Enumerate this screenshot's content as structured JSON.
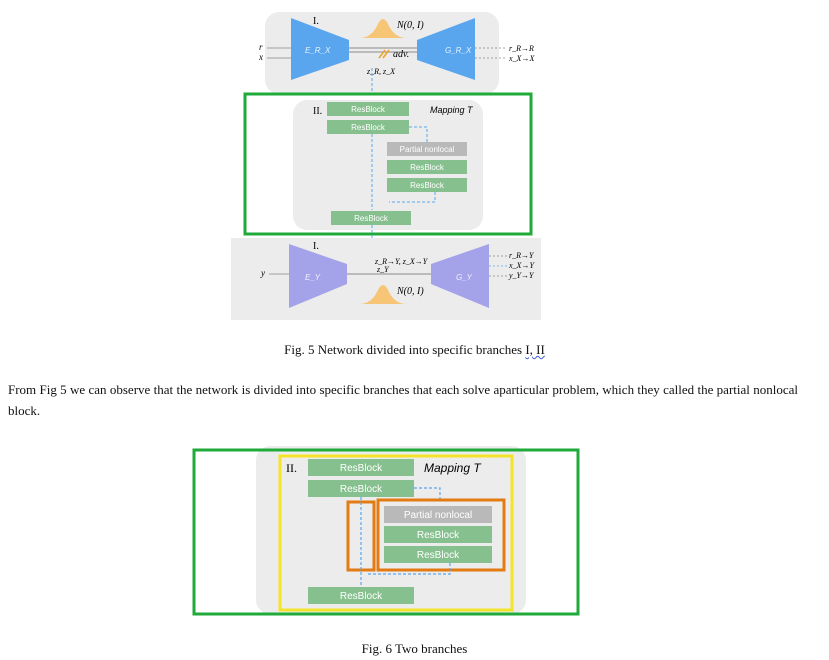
{
  "figure5": {
    "stage1_label": "I.",
    "stage2_label": "II.",
    "stage3_label": "I.",
    "gaussian_top": "N(0, I)",
    "gaussian_bottom": "N(0, I)",
    "adv_label": "adv.",
    "encoder_top": "E_R_X",
    "generator_top": "G_R_X",
    "encoder_bottom": "E_Y",
    "generator_bottom": "G_Y",
    "latent_top": "z_R, z_X",
    "latent_bottom_1": "z_R→Y, z_X→Y",
    "latent_bottom_2": "z_Y",
    "input_r": "r",
    "input_x": "x",
    "input_y": "y",
    "out_top_1": "r_R→R",
    "out_top_2": "x_X→X",
    "out_bottom_1": "r_R→Y",
    "out_bottom_2": "x_X→Y",
    "out_bottom_3": "y_Y→Y",
    "mapping_label": "Mapping T",
    "resblock": "ResBlock",
    "partial_nonlocal": "Partial nonlocal",
    "colors": {
      "encoder_top": "#5aa6ee",
      "encoder_bottom": "#a4a2e8",
      "resblock": "#86c08e",
      "nonlocal": "#b9b9b9",
      "green_frame": "#1faa3a",
      "orange_frame": "#e27b12",
      "yellow_frame": "#f3e42a",
      "dashed": "#5aa6ee"
    }
  },
  "caption5_main": "Fig. 5 Network divided into specific branches ",
  "caption5_tail": "I, II",
  "paragraph": "From Fig 5 we can observe that the network is divided into specific branches that each solve aparticular problem, which they called the partial nonlocal block.",
  "figure6": {
    "stage_label": "II.",
    "mapping_label": "Mapping T",
    "resblock": "ResBlock",
    "partial_nonlocal": "Partial nonlocal"
  },
  "caption6": "Fig. 6 Two branches"
}
